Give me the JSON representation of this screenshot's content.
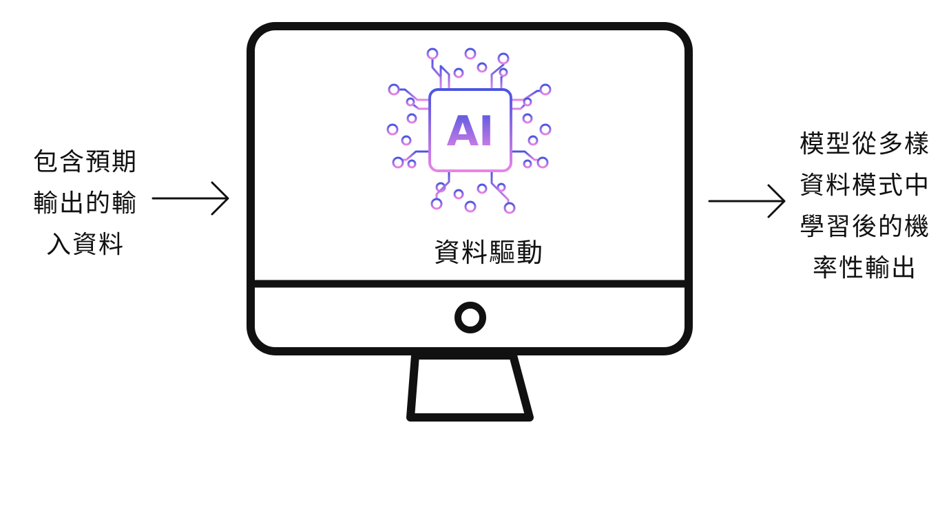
{
  "input": {
    "lines": [
      "包含預期",
      "輸出的輸",
      "入資料"
    ]
  },
  "process": {
    "chip_text": "AI",
    "label": "資料驅動"
  },
  "output": {
    "lines": [
      "模型從多樣",
      "資料模式中",
      "學習後的機",
      "率性輸出"
    ]
  },
  "colors": {
    "outline": "#111111",
    "chip_gradient_top": "#4a55e0",
    "chip_gradient_bottom": "#e884e6",
    "background": "#ffffff"
  },
  "icons": [
    "monitor-icon",
    "ai-chip-icon",
    "power-button-icon",
    "input-arrow-icon",
    "output-arrow-icon"
  ]
}
